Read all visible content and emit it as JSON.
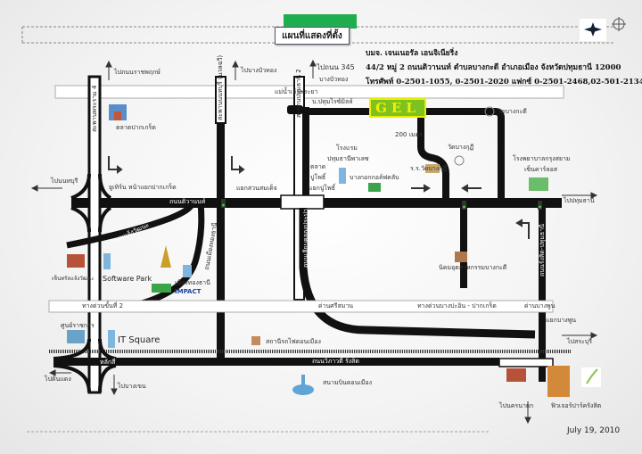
{
  "title": "แผนที่แสดงที่ตั้ง",
  "company": {
    "name": "บมจ. เจนเนอรัล เอนจิเนียริ่ง",
    "address": "44/2 หมู่ 2 ถนนติวานนท์ ตำบลบางกะดี อำเภอเมือง จังหวัดปทุมธานี 12000",
    "phone": "โทรศัพท์ 0-2501-1055, 0-2501-2020 แฟกซ์ 0-2501-2468,02-501-2134"
  },
  "logo": "GEL",
  "date": "July 19, 2010",
  "roads": {
    "river": "แม่น้ำเจ้าพระยา",
    "tiwanon": "ถนนติวานนท์",
    "expressway2": "ทางด่วนขั้นที่ 2",
    "bangpain_expressway": "ทางด่วนบางปะอิน - ปากเกร็ด",
    "vibhavadi": "ถนนวิภาวดี รังสิต",
    "chaengwattana": "ถนนแจ้งวัฒนะ",
    "muangthong": "ถนนเมืองทองธานี",
    "bridge4": "สะพานพระราม 4",
    "bridge_nonthaburi": "สะพานนนทบุรี (นวลฉวี)",
    "bridge_pathum2": "สะพานปทุมธานี 2",
    "muang_ek_road": "ถนนเลียบคลองประปา",
    "rangsit_pathum": "ถนนรังสิต-ปทุมธานี"
  },
  "directions": {
    "to_ratchaphruek": "ไปถนนราชพฤกษ์",
    "to_bangbuathong": "ไปบางบัวทอง",
    "to_345": "ไปถนน 345",
    "to_345_sub": "บางบัวทอง",
    "to_nonthaburi": "ไปนนทบุรี",
    "to_pathumthani": "ไปปทุมธานี",
    "to_saraburi": "ไปสระบุรี",
    "to_nakhonnayok": "ไปนครนายก",
    "to_bangkhen": "ไปบางเขน",
    "to_dindaeng": "ไปดินแดง"
  },
  "places": {
    "pakkret_market": "ตลาดปากเกร็ด",
    "u_turn_pakkret": "ยูเทิร์น หน้าแยกปากเกร็ด",
    "suan_somdet": "แยกสวนสมเด็จ",
    "ban_pathum": "บ.ปทุมไรซ์มิลล์",
    "wat_bangkadi": "วัดบางกะดี",
    "distance": "200 เมตร",
    "wat_bangkuti": "วัดบางกุฏี",
    "hotel1": "โรงแรม",
    "hotel2": "ปทุมธานีพาเลซ",
    "market1": "ตลาด",
    "market2": "ปูโพธิ์",
    "market3": "แยกปูโพธิ์",
    "golf": "บางกอกกอล์ฟคลับ",
    "school": "ร.ร.วัดบางกุฏี",
    "hospital1": "โรงพยาบาลกรุงสยาม",
    "hospital2": "เซ็นคาร์ลอส",
    "industrial": "นิคมอุตสาหกรรมบางกะดี",
    "central": "เซ็นทรัลแจ้งวัฒนะ",
    "software_park": "Software Park",
    "muangthong_thani": "เมืองทองธานี",
    "impact": "IMPACT",
    "gov_center": "ศูนย์ราชการ",
    "it_square": "IT Square",
    "laksi": "หลักสี่",
    "donmuang_station": "สถานีรถไฟดอนเมือง",
    "donmuang_airport": "สนามบินดอนเมือง",
    "sriseman": "ด่านศรีสมาน",
    "bangphun_toll": "ด่านบางพูน",
    "bangphun_junction": "แยกบางพูน",
    "future_park": "ฟิวเจอร์ปาร์ครังสิต"
  },
  "colors": {
    "road": "#111111",
    "title_tab": "#1fae4f",
    "logo_bg": "#7dc21e",
    "logo_text": "#f5f000"
  }
}
